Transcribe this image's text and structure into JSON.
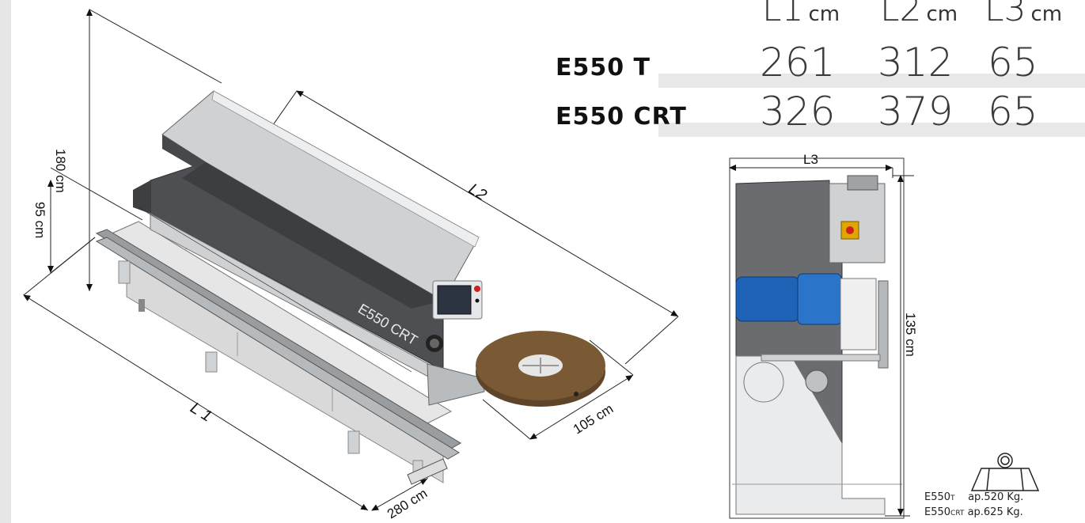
{
  "table": {
    "headers": [
      {
        "label": "L1",
        "unit": "cm"
      },
      {
        "label": "L2",
        "unit": "cm"
      },
      {
        "label": "L3",
        "unit": "cm"
      }
    ],
    "rows": [
      {
        "model": "E550 T",
        "l1": "261",
        "l2": "312",
        "l3": "65"
      },
      {
        "model": "E550 CRT",
        "l1": "326",
        "l2": "379",
        "l3": "65"
      }
    ]
  },
  "iso_dims": {
    "height_total": "180 cm",
    "height_table": "95 cm",
    "l1": "L 1",
    "l2": "L2",
    "depth_reel": "105 cm",
    "depth_base": "280 cm",
    "machine_label": "E550 CRT"
  },
  "side_dims": {
    "l3": "L3",
    "height": "135 cm"
  },
  "weights": [
    {
      "model": "E550",
      "suffix": "T",
      "value": "ap.520 Kg."
    },
    {
      "model": "E550",
      "suffix": "CRT",
      "value": "ap.625 Kg."
    }
  ],
  "colors": {
    "machine_dark": "#4d4f52",
    "machine_light": "#c9cbcd",
    "reel": "#7a5a35",
    "motor": "#1e63b6",
    "emergency": "#e0a600",
    "accent_stop": "#d11f1f"
  }
}
